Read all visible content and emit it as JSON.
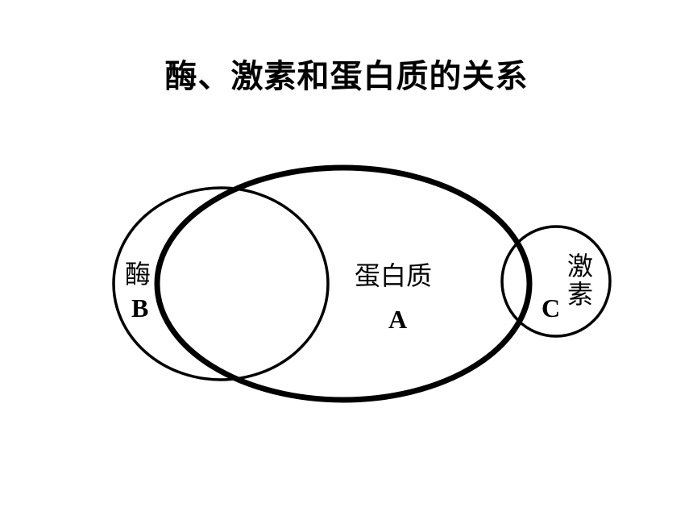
{
  "title": "酶、激素和蛋白质的关系",
  "sets": {
    "protein": {
      "name": "蛋白质",
      "letter": "A"
    },
    "enzyme": {
      "name": "酶",
      "letter": "B"
    },
    "hormone": {
      "name_line1": "激",
      "name_line2": "素",
      "letter": "C"
    }
  },
  "colors": {
    "stroke": "#000000",
    "background": "#ffffff"
  }
}
